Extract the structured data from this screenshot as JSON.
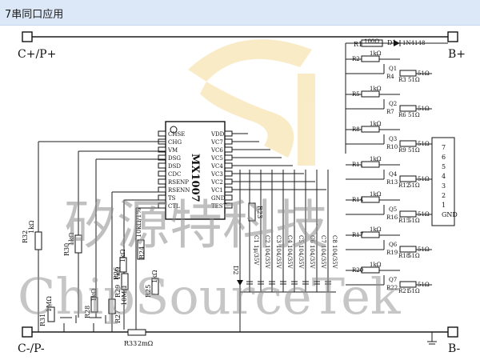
{
  "header": {
    "title": "7串同口应用"
  },
  "terminals": {
    "c_plus": "C+/P+",
    "b_plus": "B+",
    "c_minus": "C-/P-",
    "b_minus": "B-"
  },
  "ic": {
    "name": "MX1007",
    "left_pins": [
      "CHSE",
      "CHG",
      "VM",
      "DSG",
      "DSD",
      "CDC",
      "RSENP",
      "RSENN",
      "TS",
      "CTL"
    ],
    "right_pins": [
      "VDD",
      "VC7",
      "VC6",
      "VC5",
      "VC4",
      "VC3",
      "VC2",
      "VC1",
      "GND",
      "TEST"
    ]
  },
  "connector": {
    "pins": [
      "7",
      "6",
      "5",
      "4",
      "3",
      "2",
      "1",
      "GND"
    ]
  },
  "top_parts": {
    "r1": "R1",
    "r1_val": "100Ω",
    "d1": "D1",
    "d1_val": "1N4148"
  },
  "cells": [
    {
      "ra": "R2",
      "rav": "1kΩ",
      "q": "Q1",
      "rb": "R4",
      "rbv": "51Ω"
    },
    {
      "ra": "R5",
      "rav": "1kΩ",
      "q": "Q2",
      "rb": "R7",
      "rbv": "51Ω"
    },
    {
      "ra": "R8",
      "rav": "1kΩ",
      "q": "Q3",
      "rb": "R10",
      "rbv": "51Ω"
    },
    {
      "ra": "R11",
      "rav": "1kΩ",
      "q": "Q4",
      "rb": "R13",
      "rbv": "51Ω"
    },
    {
      "ra": "R14",
      "rav": "1kΩ",
      "q": "Q5",
      "rb": "R16",
      "rbv": "51Ω"
    },
    {
      "ra": "R17",
      "rav": "1kΩ",
      "q": "Q6",
      "rb": "R19",
      "rbv": "51Ω"
    },
    {
      "ra": "R20",
      "rav": "1kΩ",
      "q": "Q7",
      "rb": "R22",
      "rbv": "51Ω"
    }
  ],
  "extra_res": [
    {
      "n": "R3",
      "v": "51Ω"
    },
    {
      "n": "R6",
      "v": "51Ω"
    },
    {
      "n": "R9",
      "v": "51Ω"
    },
    {
      "n": "R12",
      "v": "51Ω"
    },
    {
      "n": "R15",
      "v": "51Ω"
    },
    {
      "n": "R18",
      "v": "51Ω"
    },
    {
      "n": "R21",
      "v": "51Ω"
    }
  ],
  "caps": [
    "C1 1μ/35V",
    "C2 104/35V",
    "C3 104/35V",
    "C4 104/35V",
    "C5 104/35V",
    "C6 104/35V",
    "C7 104/35V",
    "C8 104/35V"
  ],
  "side_parts": {
    "d2": "D2",
    "r23": "R23",
    "r24": "R24",
    "r24_val": "10kΩ/1%",
    "r25": "R25",
    "r25_val": "1kΩ",
    "r26": "R26",
    "r26_val": "1kΩ",
    "r27": "R27",
    "r27_val": "10MΩ",
    "r28": "R28",
    "r28_val": "1kΩ",
    "r29": "R29",
    "r29_val": "1kΩ",
    "r30": "R30",
    "r30_val": "1kΩ",
    "r31": "R31",
    "r31_val": "1MΩ",
    "r32": "R32",
    "r32_val": "1kΩ",
    "r33": "R33",
    "r33_val": "2mΩ"
  },
  "watermark": {
    "cn": "矽源特科技",
    "en": "ChipSourceTek"
  }
}
